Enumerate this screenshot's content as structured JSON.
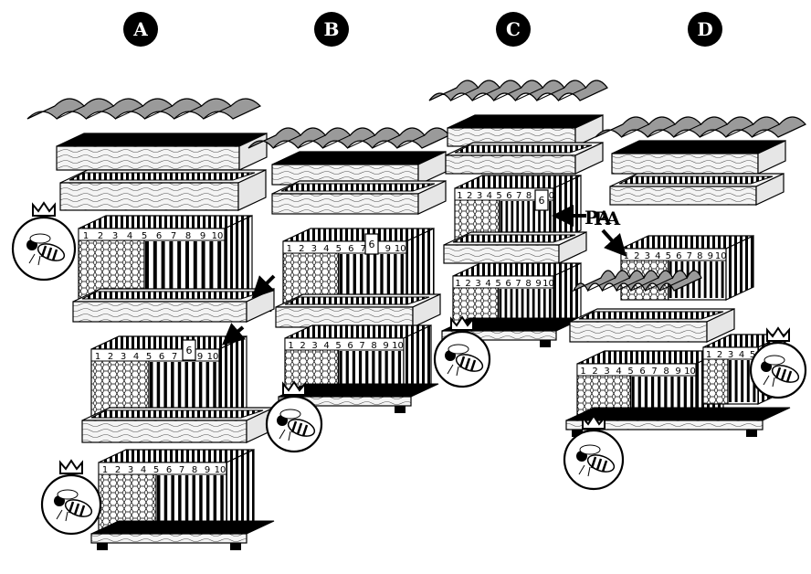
{
  "panels": [
    {
      "letter": "A"
    },
    {
      "letter": "B"
    },
    {
      "letter": "C"
    },
    {
      "letter": "D"
    }
  ],
  "arrow_labels": [
    "PA",
    "PA",
    "PA"
  ],
  "frame_numbers": {
    "a_top": [
      "1",
      "2",
      "3",
      "4",
      "5",
      "6",
      "7",
      "8",
      "9",
      "10"
    ],
    "a_mid": [
      "1",
      "2",
      "3",
      "4",
      "5",
      "6",
      "7",
      "8",
      "9",
      "10"
    ],
    "a_bot": [
      "1",
      "2",
      "3",
      "4",
      "5",
      "6",
      "7",
      "8",
      "9",
      "10"
    ],
    "b_top": [
      "1",
      "2",
      "3",
      "4",
      "5",
      "6",
      "7",
      "8",
      "9",
      "10"
    ],
    "b_bot": [
      "1",
      "2",
      "3",
      "4",
      "5",
      "6",
      "7",
      "8",
      "9",
      "10"
    ],
    "c_top": [
      "1",
      "2",
      "3",
      "4",
      "5",
      "6",
      "7",
      "8",
      "9",
      "10"
    ],
    "d_top": [
      "1",
      "2",
      "3",
      "4",
      "5",
      "6",
      "7",
      "8",
      "9",
      "10"
    ],
    "d_bot": [
      "1",
      "2",
      "3",
      "4",
      "5",
      "6",
      "7",
      "8",
      "9",
      "10"
    ]
  },
  "lifted_frame_label": "6",
  "colors": {
    "ink": "#000000",
    "paper": "#ffffff",
    "wood": "#f1f1f1"
  },
  "icons": [
    "queen-bee-icon",
    "crown-icon",
    "roof-icon",
    "hive-box-icon"
  ]
}
